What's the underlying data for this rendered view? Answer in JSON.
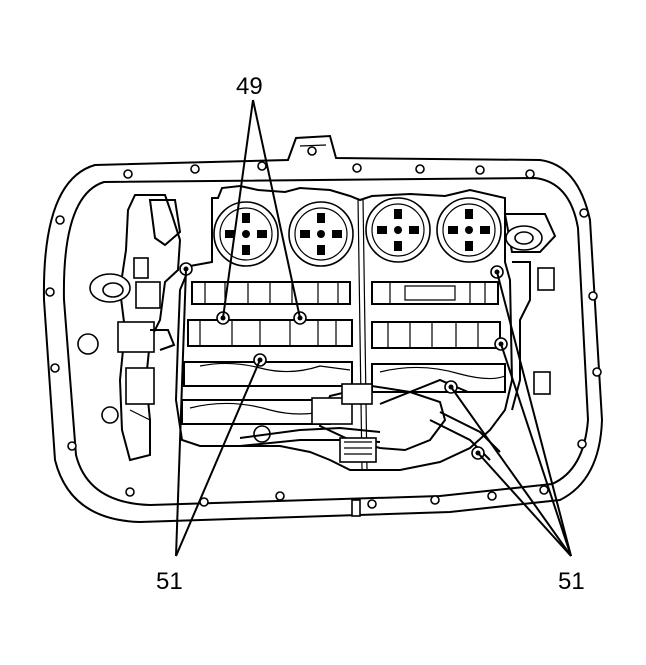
{
  "diagram": {
    "callouts": [
      {
        "id": "callout-49",
        "label": "49"
      },
      {
        "id": "callout-51-left",
        "label": "51"
      },
      {
        "id": "callout-51-right",
        "label": "51"
      }
    ],
    "line_color": "#000000",
    "background_color": "#ffffff"
  }
}
